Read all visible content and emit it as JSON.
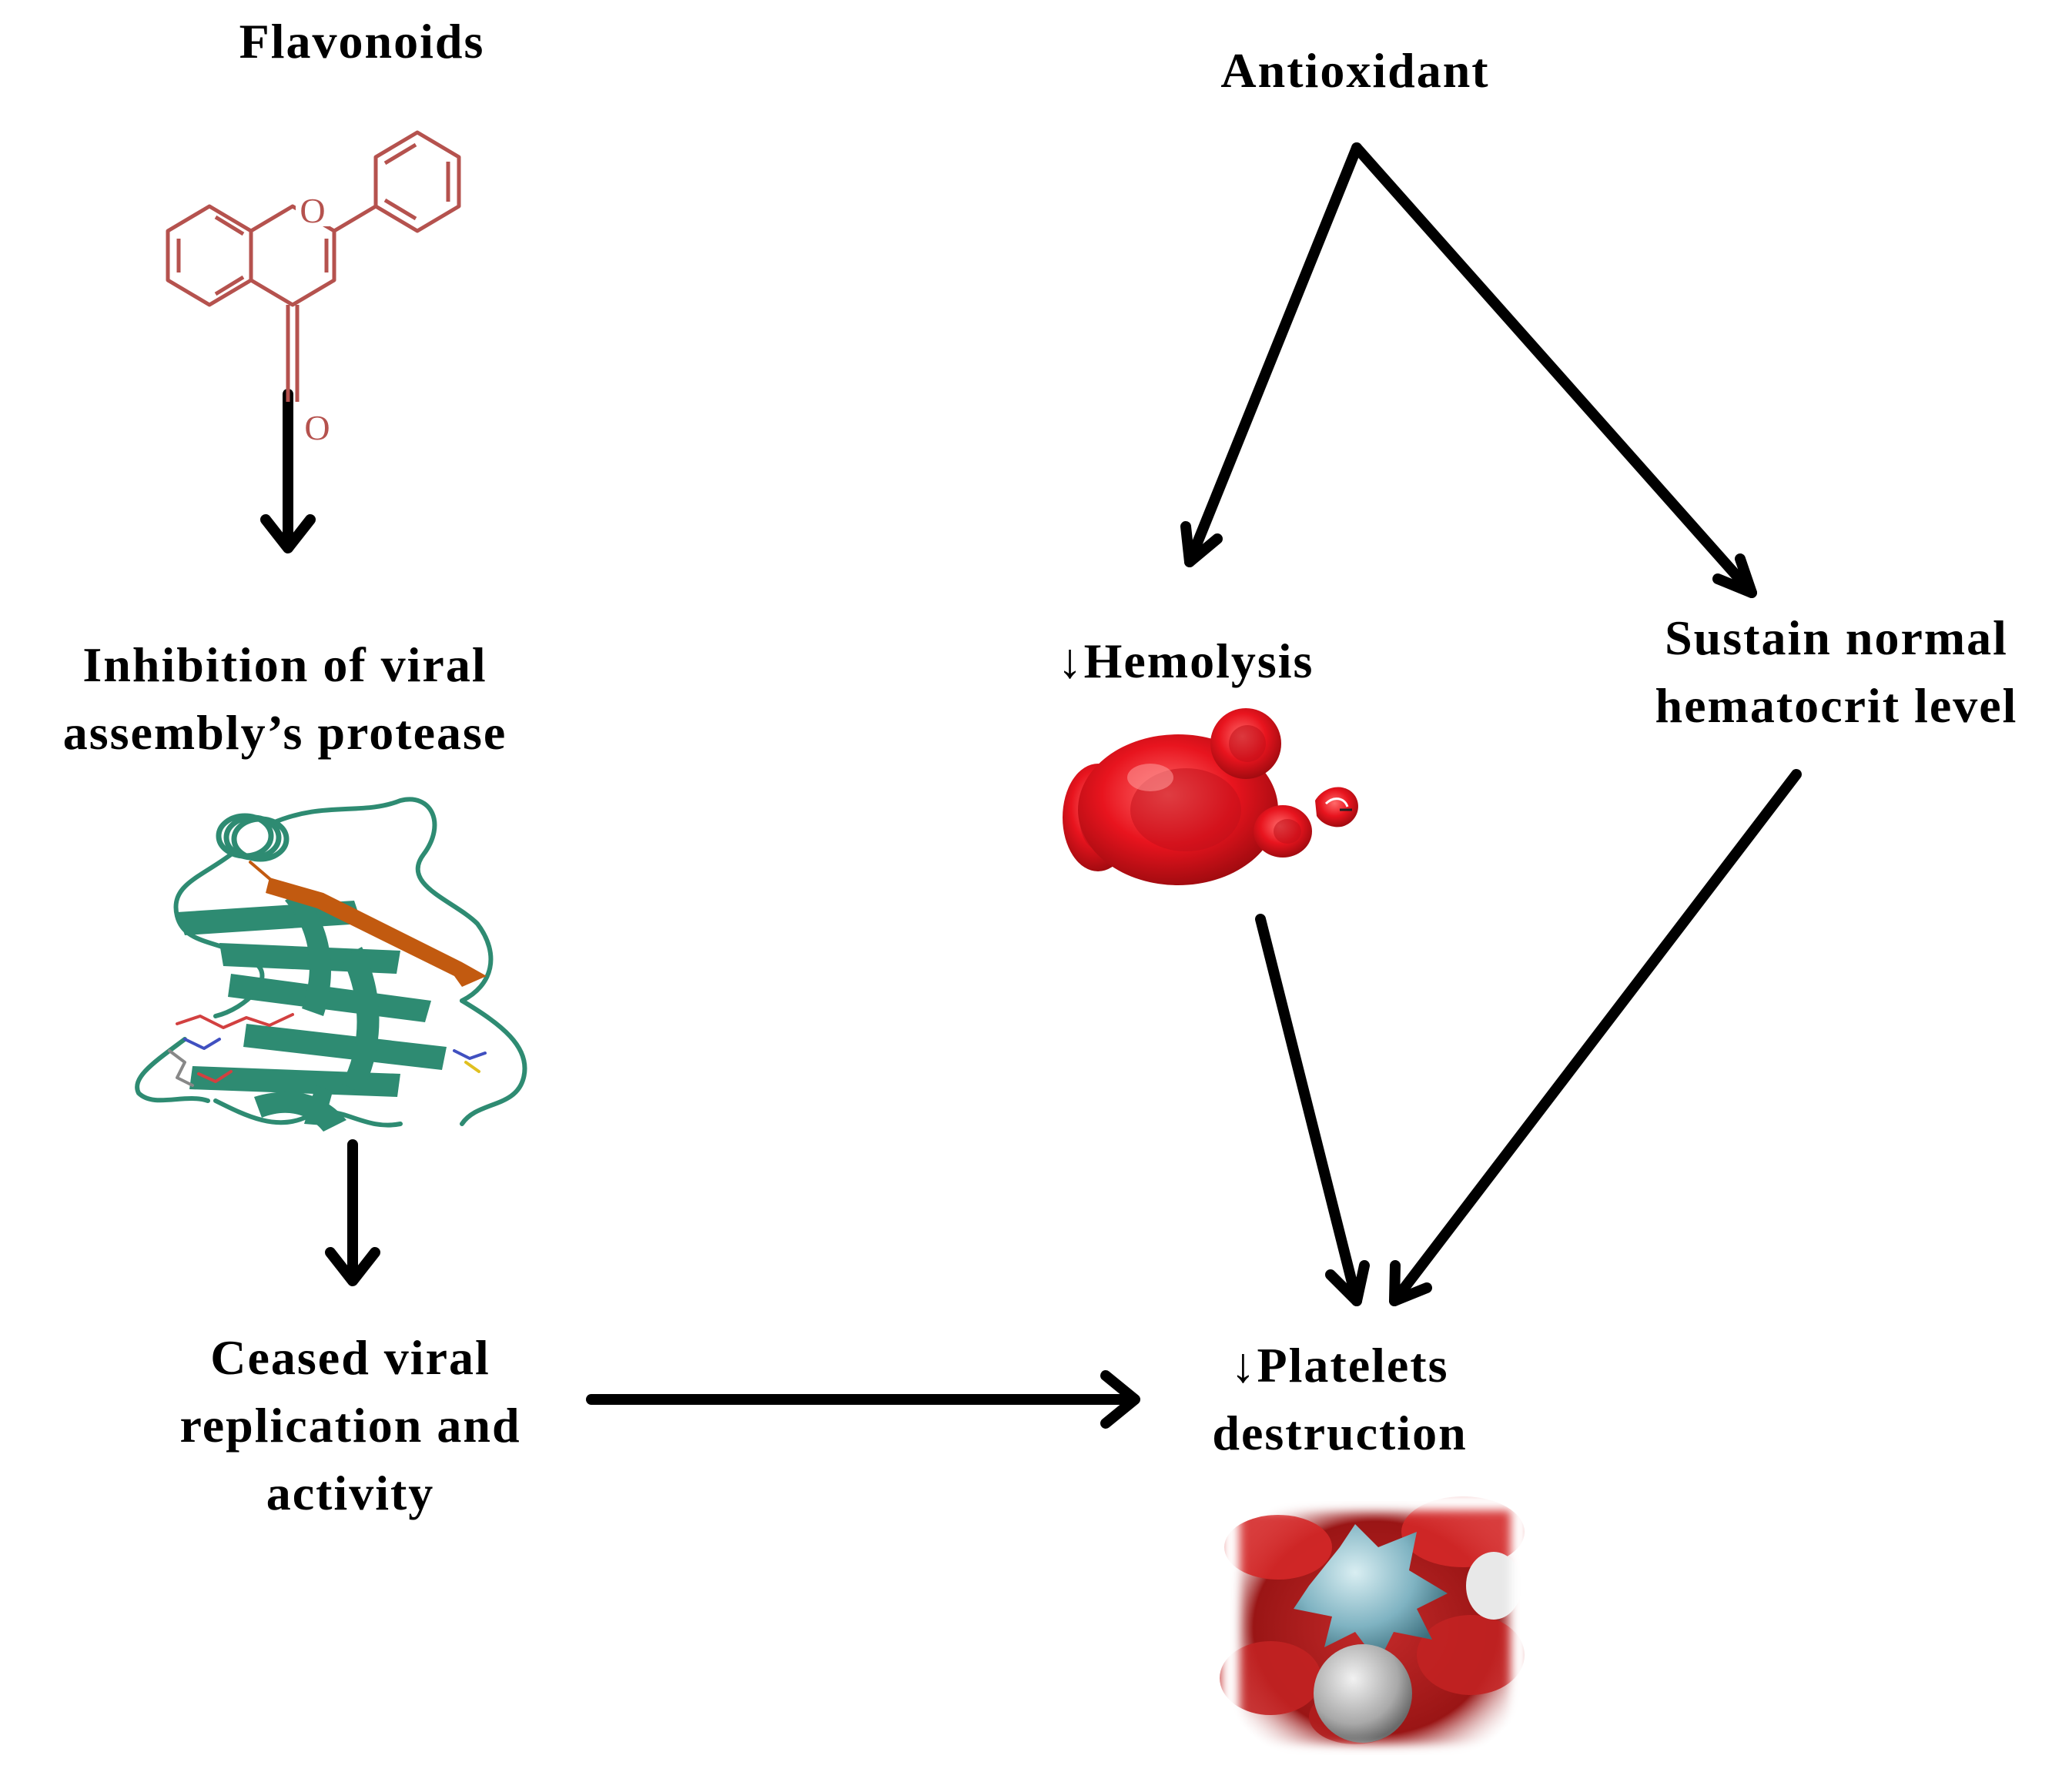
{
  "nodes": {
    "flavonoids": "Flavonoids",
    "flavone_oxygen_ring": "O",
    "flavone_oxygen_carbonyl": "O",
    "antioxidant": "Antioxidant",
    "inhibition": [
      "Inhibition of viral",
      "assembly’s protease"
    ],
    "hemolysis": "↓Hemolysis",
    "hematocrit": [
      "Sustain normal",
      "hematocrit level"
    ],
    "ceased": [
      "Ceased viral",
      "replication and",
      "activity"
    ],
    "platelets": [
      "↓Platelets",
      "destruction"
    ]
  },
  "colors": {
    "arrow": "#000000",
    "molecule": "#b5524e",
    "protein": "#2e8b72",
    "protein_strand": "#c25a10",
    "rbc": "#e8141e",
    "blood_bg": "#b21d1d",
    "platelet": "#7fb3c2"
  },
  "icons": {
    "molecule": "flavone-structure-icon",
    "protein": "protease-ribbon-icon",
    "rbc": "red-blood-cells-icon",
    "platelet": "platelet-blood-cells-icon"
  }
}
